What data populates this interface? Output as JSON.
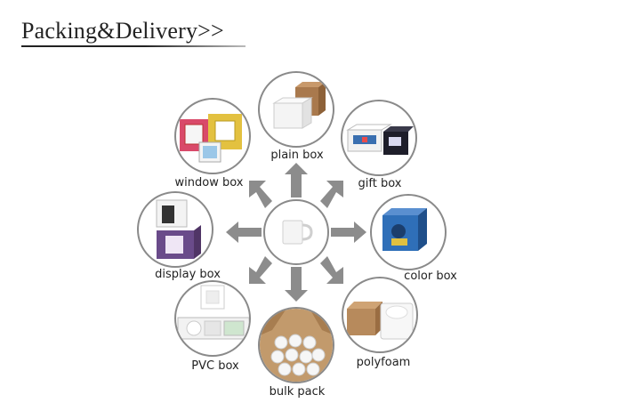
{
  "header": {
    "title": "Packing&Delivery>>"
  },
  "options": [
    {
      "key": "plain",
      "label": "plain box"
    },
    {
      "key": "gift",
      "label": "gift box"
    },
    {
      "key": "color",
      "label": "color box"
    },
    {
      "key": "polyfoam",
      "label": "polyfoam"
    },
    {
      "key": "bulk",
      "label": "bulk pack"
    },
    {
      "key": "pvc",
      "label": "PVC box"
    },
    {
      "key": "display",
      "label": "display box"
    },
    {
      "key": "window",
      "label": "window box"
    }
  ],
  "colors": {
    "ring": "#8a8a8a",
    "arrow": "#8c8c8c",
    "kraft": "#b78a5c",
    "color_box_blue": "#2f6fb8"
  }
}
